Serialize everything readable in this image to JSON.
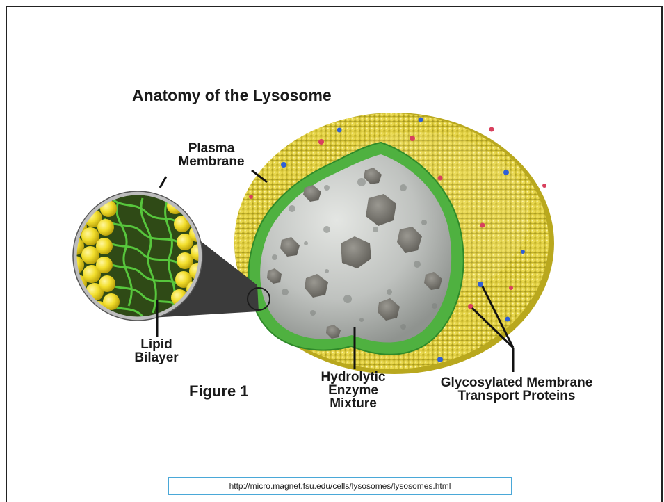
{
  "title": "Anatomy of the Lysosome",
  "labels": {
    "plasma_membrane": [
      "Plasma",
      "Membrane"
    ],
    "lipid_bilayer": [
      "Lipid",
      "Bilayer"
    ],
    "figure": "Figure 1",
    "hydrolytic": [
      "Hydrolytic",
      "Enzyme",
      "Mixture"
    ],
    "glycosylated": [
      "Glycosylated Membrane",
      "Transport Proteins"
    ]
  },
  "source_url": "http://micro.magnet.fsu.edu/cells/lysosomes/lysosomes.html",
  "colors": {
    "membrane_yellow": "#d8c636",
    "membrane_green": "#4fb140",
    "interior_gray": "#b7bab7",
    "protein_blue": "#2f5fd6",
    "protein_red": "#d8405e",
    "url_border": "#4aa8d8"
  }
}
